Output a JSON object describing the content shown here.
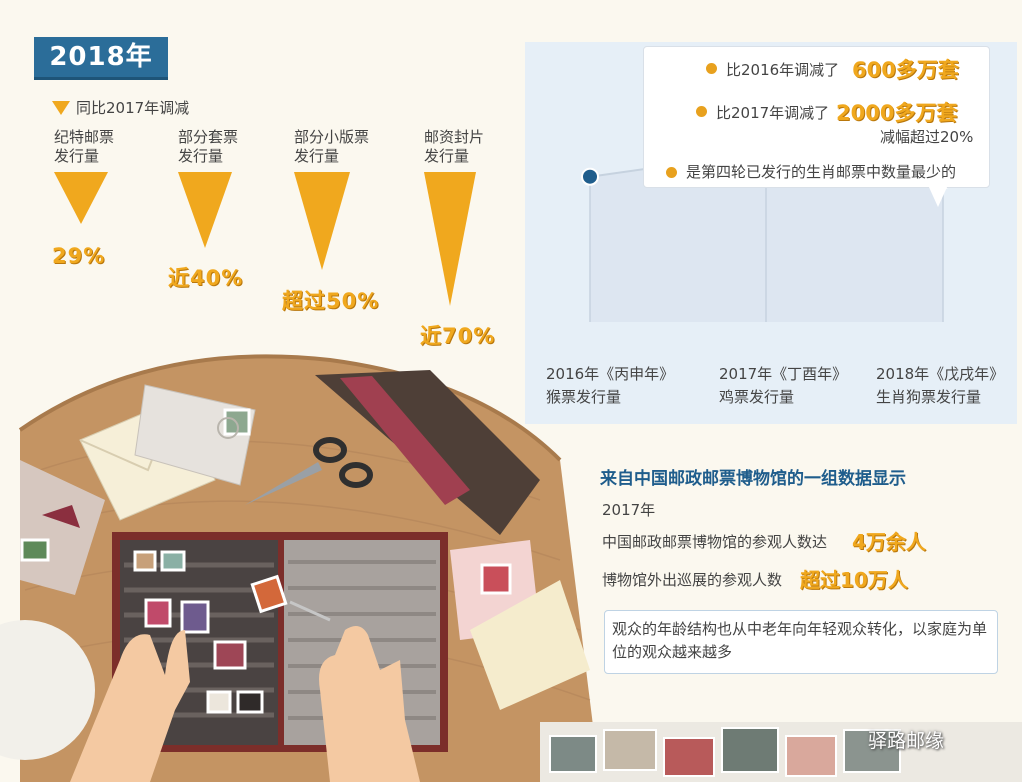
{
  "year_tag": "2018年",
  "legend": "同比2017年调减",
  "categories": [
    {
      "label_line1": "纪特邮票",
      "label_line2": "发行量",
      "pct": "29%"
    },
    {
      "label_line1": "部分套票",
      "label_line2": "发行量",
      "pct": "近40%"
    },
    {
      "label_line1": "部分小版票",
      "label_line2": "发行量",
      "pct": "超过50%"
    },
    {
      "label_line1": "邮资封片",
      "label_line2": "发行量",
      "pct": "近70%"
    }
  ],
  "callout": {
    "line1_prefix": "比2016年调减了",
    "line1_value": "600多万套",
    "line2_prefix": "比2017年调减了",
    "line2_value": "2000多万套",
    "line2_sub": "减幅超过20%",
    "line3": "是第四轮已发行的生肖邮票中数量最少的"
  },
  "chart_data": {
    "type": "line",
    "x": [
      {
        "line1": "2016年《丙申年》",
        "line2": "猴票发行量"
      },
      {
        "line1": "2017年《丁酉年》",
        "line2": "鸡票发行量"
      },
      {
        "line1": "2018年《戊戌年》",
        "line2": "生肖狗票发行量"
      }
    ],
    "values_relative": [
      0.87,
      1.0,
      0.85
    ],
    "point_color": "#1f5d8c",
    "fill_color": "#dde6f1"
  },
  "info": {
    "title": "来自中国邮政邮票博物馆的一组数据显示",
    "year": "2017年",
    "row1_text": "中国邮政邮票博物馆的参观人数达",
    "row1_value": "4万余人",
    "row2_text": "博物馆外出巡展的参观人数",
    "row2_value": "超过10万人",
    "note": "观众的年龄结构也从中老年向年轻观众转化，以家庭为单位的观众越来越多"
  },
  "watermark": "驿路邮缘",
  "colors": {
    "accent": "#f0a81e",
    "primary": "#2b6d99",
    "panel": "#e6eff7"
  }
}
